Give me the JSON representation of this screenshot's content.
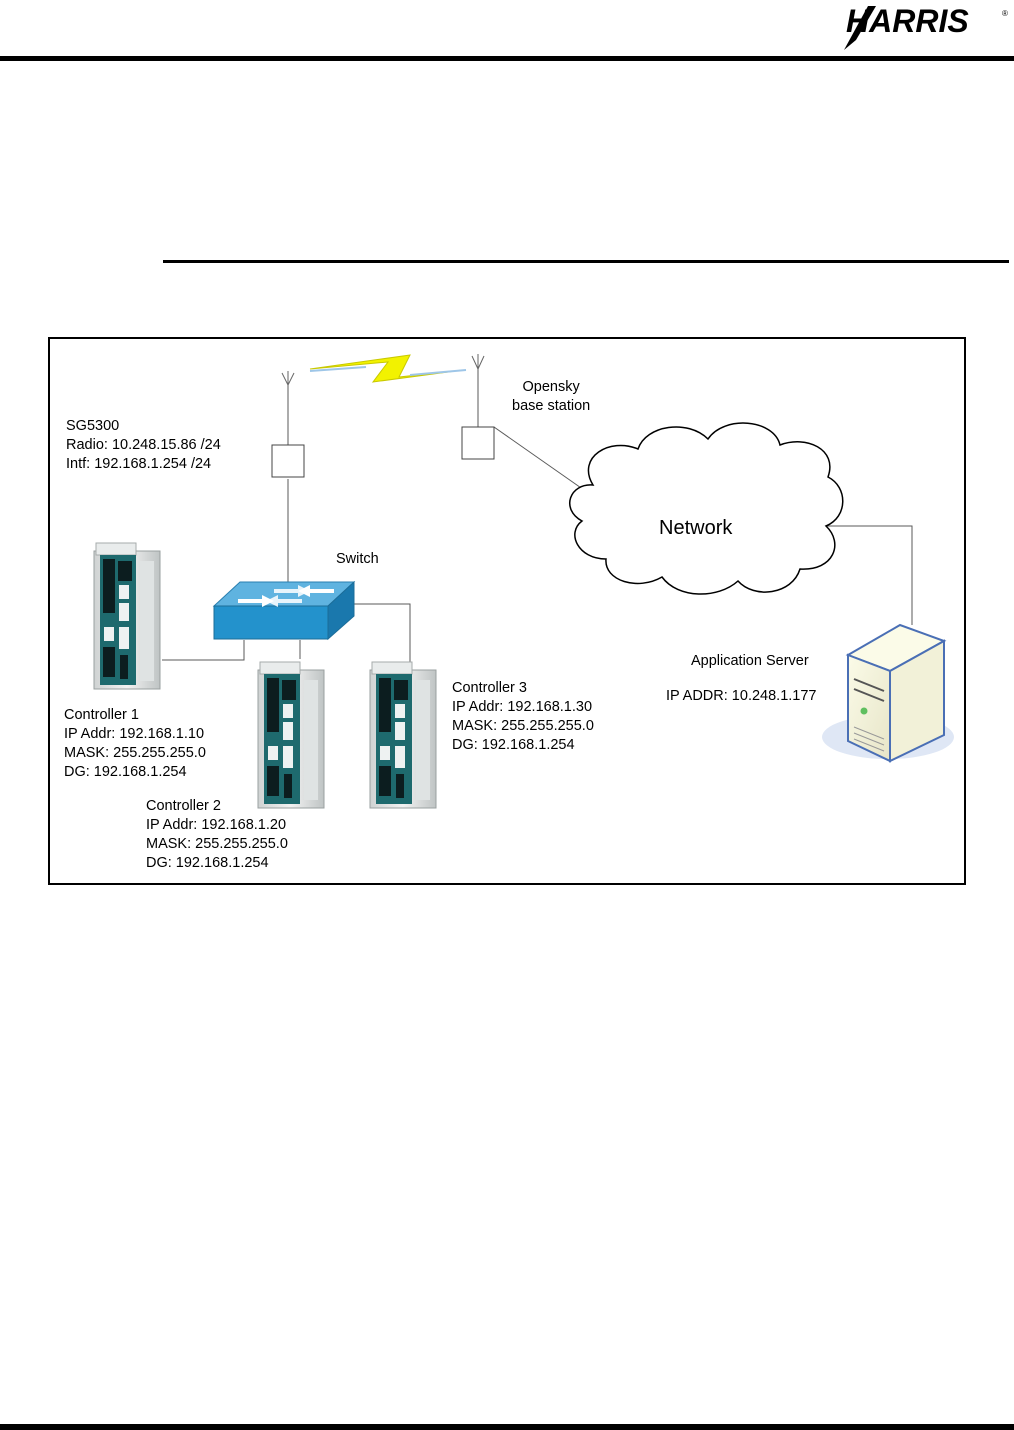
{
  "header": {
    "logo_text": "HARRIS",
    "logo_mark": "®"
  },
  "diagram": {
    "sg5300": {
      "name": "SG5300",
      "radio": "Radio: 10.248.15.86 /24",
      "intf": "Intf: 192.168.1.254 /24"
    },
    "base_station": {
      "line1": "Opensky",
      "line2": "base station"
    },
    "network": {
      "label": "Network"
    },
    "switch": {
      "label": "Switch"
    },
    "controller1": {
      "name": "Controller 1",
      "ip": "IP Addr: 192.168.1.10",
      "mask": "MASK: 255.255.255.0",
      "dg": "DG: 192.168.1.254"
    },
    "controller2": {
      "name": "Controller 2",
      "ip": "IP Addr: 192.168.1.20",
      "mask": "MASK: 255.255.255.0",
      "dg": "DG: 192.168.1.254"
    },
    "controller3": {
      "name": "Controller 3",
      "ip": "IP Addr: 192.168.1.30",
      "mask": "MASK: 255.255.255.0",
      "dg": "DG: 192.168.1.254"
    },
    "app_server": {
      "name": "Application Server",
      "ip": "IP ADDR: 10.248.1.177"
    }
  }
}
